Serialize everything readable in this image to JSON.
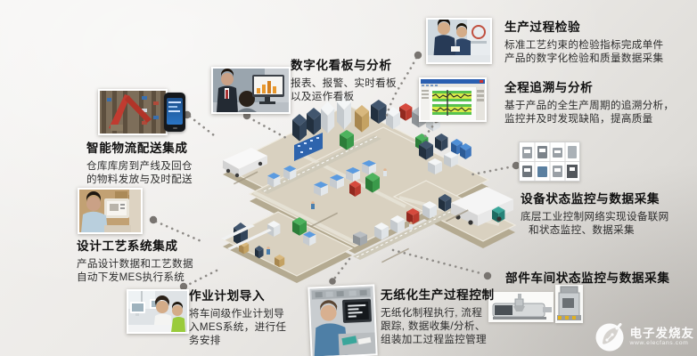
{
  "diagram_subject": "MES smart factory solution map with isometric plant illustration and feature callouts",
  "callouts": {
    "kanban": {
      "title": "数字化看板与分析",
      "lines": [
        "报表、报警、实时看板",
        "以及运作看板"
      ]
    },
    "logistics": {
      "title": "智能物流配送集成",
      "lines": [
        "仓库库房到产线及回仓",
        "的物料发放与及时配送"
      ]
    },
    "design": {
      "title": "设计工艺系统集成",
      "lines": [
        "产品设计数据和工艺数据",
        "自动下发MES执行系统"
      ]
    },
    "plan": {
      "title": "作业计划导入",
      "lines": [
        "将车间级作业计划导",
        "入MES系统，进行任",
        "务安排"
      ]
    },
    "paperless": {
      "title": "无纸化生产过程控制",
      "lines": [
        "无纸化制程执行, 流程",
        "跟踪, 数据收集/分析、",
        "组装加工过程监控管理"
      ]
    },
    "inspection": {
      "title": "生产过程检验",
      "lines": [
        "标准工艺约束的检验指标完成单件",
        "产品的数字化检验和质量数据采集"
      ]
    },
    "trace": {
      "title": "全程追溯与分析",
      "lines": [
        "基于产品的全生产周期的追溯分析，",
        "监控并及时发现缺陷，提高质量"
      ]
    },
    "equipment": {
      "title": "设备状态监控与数据采集",
      "lines": [
        "底层工业控制网络实现设备联网",
        "和状态监控、数据采集"
      ]
    },
    "parts": {
      "title": "部件车间状态监控与数据采集",
      "lines": []
    }
  },
  "images": {
    "warehouse": "automated-warehouse-red-robot-photo",
    "phone": "handheld-terminal-photo",
    "kanban": "managers-viewing-dashboard-photo",
    "design": "engineer-at-workstation-photo",
    "plan": "planners-in-office-photo",
    "worker": "operator-at-shopfloor-terminal-photo",
    "inspection": "quality-inspectors-photo",
    "spc": "spc-analysis-software-screenshot",
    "machine_grid": "networked-machines-thumbnail-grid",
    "injection": "injection-molding-machine-photo",
    "press": "stamping-press-photo"
  },
  "watermark": {
    "brand": "电子发烧友",
    "site": "www.elecfans.com"
  },
  "colors": {
    "background": "#eceae7",
    "platform_top": "#d9d1c0",
    "platform_side": "#b4aa91",
    "title_text": "#101010",
    "body_text": "#2d2d2d",
    "connector_dot": "#8e8b87",
    "watermark": "#ffffff"
  }
}
